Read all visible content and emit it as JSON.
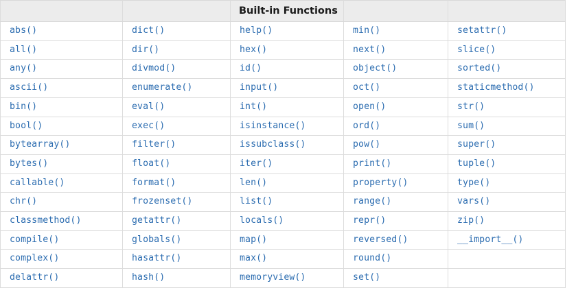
{
  "table": {
    "title": "Built-in Functions",
    "title_column_index": 2,
    "column_count": 5,
    "row_count": 14,
    "accent_text_color": "#2b6cb0",
    "header_background_color": "#ececec",
    "border_color": "#dcdcdc",
    "header_cells": [
      "",
      "",
      "Built-in Functions",
      "",
      ""
    ],
    "rows": [
      [
        "abs()",
        "dict()",
        "help()",
        "min()",
        "setattr()"
      ],
      [
        "all()",
        "dir()",
        "hex()",
        "next()",
        "slice()"
      ],
      [
        "any()",
        "divmod()",
        "id()",
        "object()",
        "sorted()"
      ],
      [
        "ascii()",
        "enumerate()",
        "input()",
        "oct()",
        "staticmethod()"
      ],
      [
        "bin()",
        "eval()",
        "int()",
        "open()",
        "str()"
      ],
      [
        "bool()",
        "exec()",
        "isinstance()",
        "ord()",
        "sum()"
      ],
      [
        "bytearray()",
        "filter()",
        "issubclass()",
        "pow()",
        "super()"
      ],
      [
        "bytes()",
        "float()",
        "iter()",
        "print()",
        "tuple()"
      ],
      [
        "callable()",
        "format()",
        "len()",
        "property()",
        "type()"
      ],
      [
        "chr()",
        "frozenset()",
        "list()",
        "range()",
        "vars()"
      ],
      [
        "classmethod()",
        "getattr()",
        "locals()",
        "repr()",
        "zip()"
      ],
      [
        "compile()",
        "globals()",
        "map()",
        "reversed()",
        "__import__()"
      ],
      [
        "complex()",
        "hasattr()",
        "max()",
        "round()",
        ""
      ],
      [
        "delattr()",
        "hash()",
        "memoryview()",
        "set()",
        ""
      ]
    ]
  }
}
